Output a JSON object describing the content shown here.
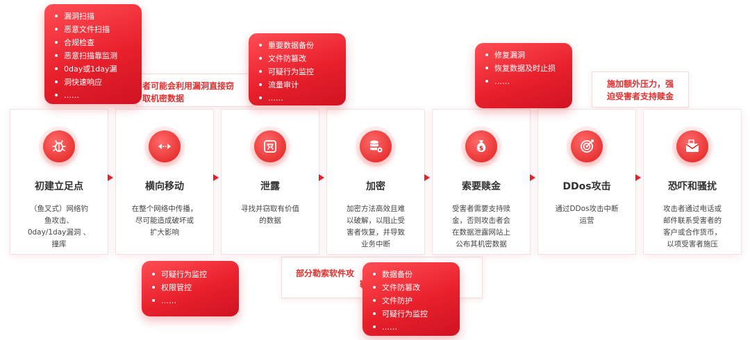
{
  "stages": [
    {
      "title": "初建立足点",
      "icon": "bug-icon",
      "desc": [
        "（鱼叉式）网络钓",
        "鱼攻击、",
        "0day/1day漏洞 、",
        "撞库"
      ]
    },
    {
      "title": "横向移动",
      "icon": "lateral-move-icon",
      "desc": [
        "在整个网络中传播，",
        "尽可能造成破坏或",
        "扩大影响"
      ]
    },
    {
      "title": "泄露",
      "icon": "leak-icon",
      "desc": [
        "寻找并窃取有价值",
        "的数据"
      ]
    },
    {
      "title": "加密",
      "icon": "database-lock-icon",
      "desc": [
        "加密方法高效且难",
        "以破解，以阻止受",
        "害者恢复，并导致",
        "业务中断"
      ]
    },
    {
      "title": "索要赎金",
      "icon": "money-bag-icon",
      "desc": [
        "受害者需要支持赎",
        "金，否则攻击者会",
        "在数据泄露网站上",
        "公布其机密数据"
      ]
    },
    {
      "title": "DDos攻击",
      "icon": "target-icon",
      "desc": [
        "通过DDos攻击中断",
        "运营"
      ]
    },
    {
      "title": "恐吓和骚扰",
      "icon": "mail-icon",
      "desc": [
        "攻击者通过电话或",
        "邮件联系受害者的",
        "客户或合作货币，",
        "以项受害者施压"
      ]
    }
  ],
  "notes": {
    "steal": [
      "者可能会利用漏洞直接窃",
      "取机密数据"
    ],
    "pressure": [
      "施加额外压力，强",
      "迫受害者支持赎金"
    ],
    "ransom": [
      "部分勒索软件攻",
      "鞘"
    ]
  },
  "bubbles": {
    "detect": [
      "漏洞扫描",
      "恶意文件扫描",
      "合规检查",
      "恶意扫描靠监测",
      "0day或1day漏",
      "洞快速响应",
      "……"
    ],
    "backup": [
      "重要数据备份",
      "文件防篡改",
      "可疑行为监控",
      "流量审计",
      "……"
    ],
    "repair": [
      "修复漏洞",
      "恢复数据及时止损",
      "……"
    ],
    "lateral": [
      "可疑行为监控",
      "权限管控",
      "……"
    ],
    "protect": [
      "数据备份",
      "文件防篡改",
      "文件防护",
      "可疑行为监控",
      "……"
    ]
  },
  "colors": {
    "accent": "#e8202c",
    "light_accent": "#ff4d55"
  }
}
